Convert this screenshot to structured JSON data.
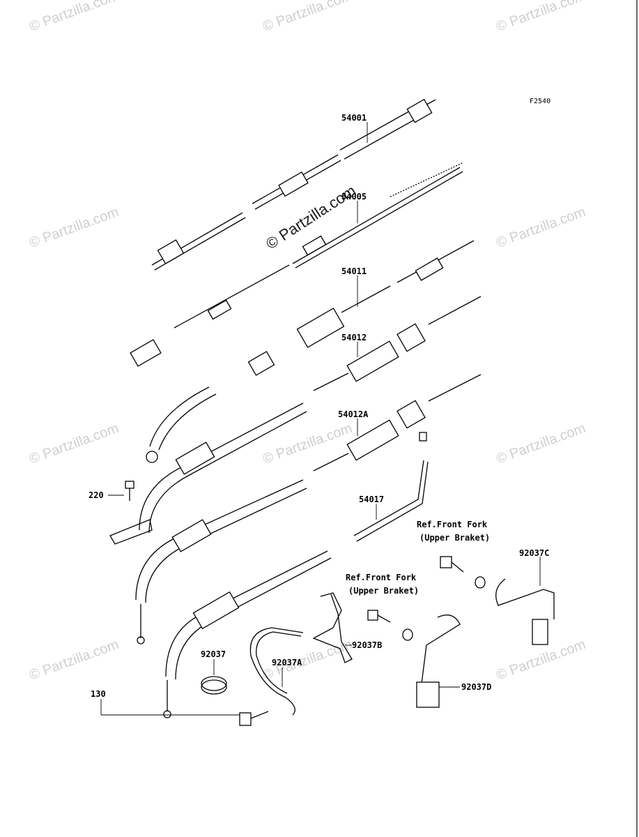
{
  "figure_code": "F2540",
  "watermark": {
    "text": "© Partzilla.com"
  },
  "parts": [
    {
      "id": "p54001",
      "label": "54001"
    },
    {
      "id": "p54005",
      "label": "54005"
    },
    {
      "id": "p54011",
      "label": "54011"
    },
    {
      "id": "p54012",
      "label": "54012"
    },
    {
      "id": "p54012a",
      "label": "54012A"
    },
    {
      "id": "p54017",
      "label": "54017"
    },
    {
      "id": "p220",
      "label": "220"
    },
    {
      "id": "p92037",
      "label": "92037"
    },
    {
      "id": "p92037a",
      "label": "92037A"
    },
    {
      "id": "p92037b",
      "label": "92037B"
    },
    {
      "id": "p92037c",
      "label": "92037C"
    },
    {
      "id": "p92037d",
      "label": "92037D"
    },
    {
      "id": "p130",
      "label": "130"
    }
  ],
  "references": [
    {
      "id": "ref1",
      "line1": "Ref.Front Fork",
      "line2": "(Upper Braket)"
    },
    {
      "id": "ref2",
      "line1": "Ref.Front Fork",
      "line2": "(Upper Braket)"
    }
  ]
}
